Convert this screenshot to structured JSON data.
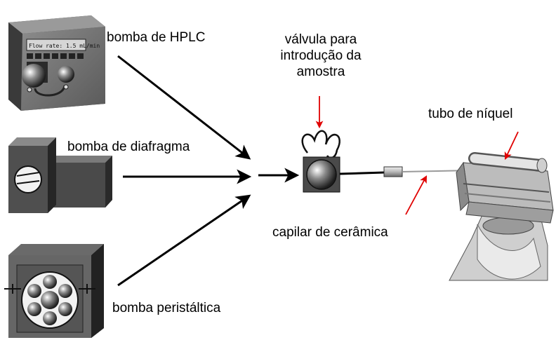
{
  "labels": {
    "hplc_pump": "bomba de HPLC",
    "diaphragm_pump": "bomba de diafragma",
    "peristaltic_pump": "bomba peristáltica",
    "valve_line1": "válvula para",
    "valve_line2": "introdução da",
    "valve_line3": "amostra",
    "nickel_tube": "tubo de níquel",
    "ceramic_capillary": "capilar de cerâmica"
  },
  "hplc_display": "Flow rate: 1.5 mL/min",
  "colors": {
    "arrow_black": "#000000",
    "pointer_red": "#e00000",
    "device_dark": "#3a3a3a",
    "device_mid": "#6e6e6e",
    "device_light": "#bdbdbd"
  },
  "icons": [
    "hplc-pump-icon",
    "diaphragm-pump-icon",
    "peristaltic-pump-icon",
    "injection-valve-icon",
    "ceramic-capillary-icon",
    "nickel-tube-icon"
  ]
}
